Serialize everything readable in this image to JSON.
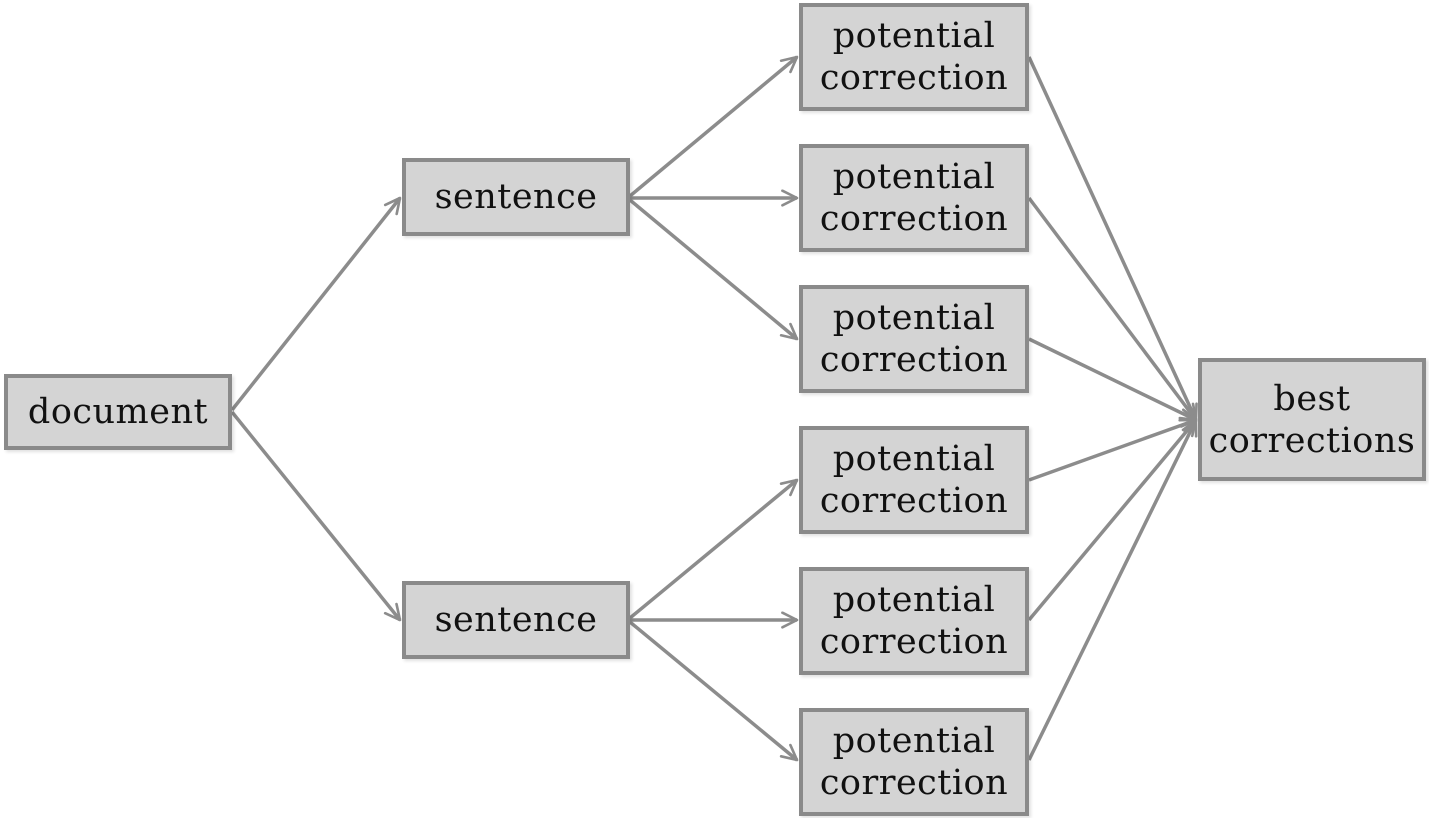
{
  "diagram": {
    "root": {
      "label": "document"
    },
    "sentences": [
      {
        "label": "sentence"
      },
      {
        "label": "sentence"
      }
    ],
    "potential_corrections": [
      {
        "line1": "potential",
        "line2": "correction"
      },
      {
        "line1": "potential",
        "line2": "correction"
      },
      {
        "line1": "potential",
        "line2": "correction"
      },
      {
        "line1": "potential",
        "line2": "correction"
      },
      {
        "line1": "potential",
        "line2": "correction"
      },
      {
        "line1": "potential",
        "line2": "correction"
      }
    ],
    "result": {
      "line1": "best",
      "line2": "corrections"
    }
  },
  "colors": {
    "box_fill": "#d4d4d4",
    "box_border": "#8a8a8a",
    "arrow": "#8c8c8c",
    "text": "#111111"
  }
}
